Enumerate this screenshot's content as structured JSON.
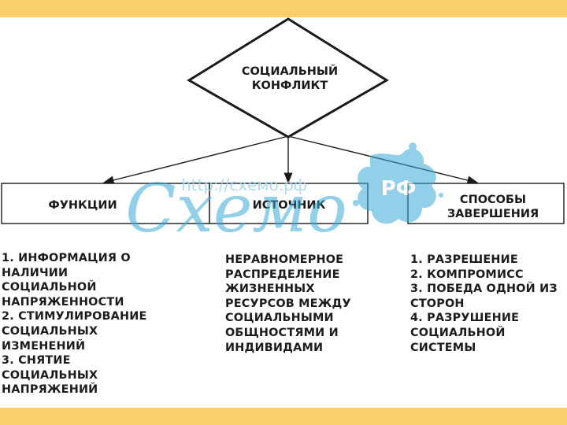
{
  "diagram": {
    "root": "СОЦИАЛЬНЫЙ\nКОНФЛИКТ",
    "branches": [
      {
        "title": "ФУНКЦИИ",
        "items": [
          "1. ИНФОРМАЦИЯ О",
          "НАЛИЧИИ",
          "СОЦИАЛЬНОЙ",
          "НАПРЯЖЕННОСТИ",
          "2. СТИМУЛИРОВАНИЕ",
          "СОЦИАЛЬНЫХ",
          "ИЗМЕНЕНИЙ",
          "3. СНЯТИЕ",
          "СОЦИАЛЬНЫХ",
          "НАПРЯЖЕНИЙ"
        ]
      },
      {
        "title": "ИСТОЧНИК",
        "items": [
          "НЕРАВНОМЕРНОЕ",
          "РАСПРЕДЕЛЕНИЕ",
          "ЖИЗНЕННЫХ",
          "РЕСУРСОВ МЕЖДУ",
          "СОЦИАЛЬНЫМИ",
          "ОБЩНОСТЯМИ И",
          "ИНДИВИДАМИ"
        ]
      },
      {
        "title": "СПОСОБЫ\nЗАВЕРШЕНИЯ",
        "items": [
          "1. РАЗРЕШЕНИЕ",
          "2. КОМПРОМИСС",
          "3. ПОБЕДА ОДНОЙ ИЗ",
          "СТОРОН",
          "4. РАЗРУШЕНИЕ",
          "СОЦИАЛЬНОЙ",
          "СИСТЕМЫ"
        ]
      }
    ]
  },
  "watermark": {
    "url": "http://схемо.рф",
    "logo": "Схемо",
    "badge": "РФ"
  },
  "colors": {
    "frame": "#f7cf6b",
    "line": "#1a1a1a",
    "watermark": "#3aa8d8"
  }
}
